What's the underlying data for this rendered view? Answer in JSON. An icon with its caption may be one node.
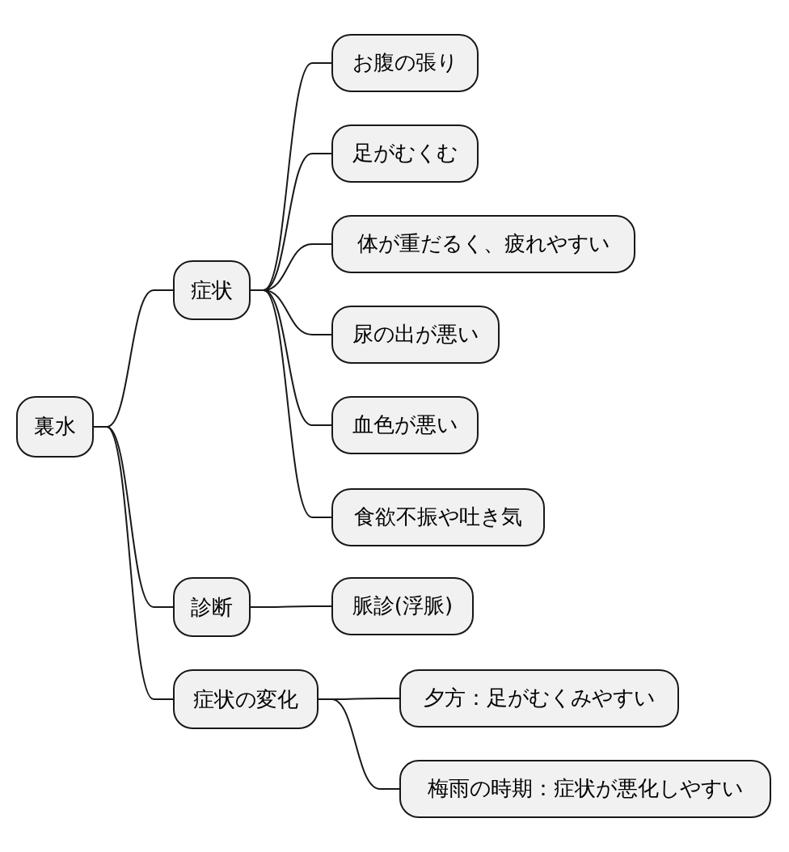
{
  "diagram": {
    "nodes": [
      {
        "text": [
          "裏水"
        ]
      },
      {
        "text": [
          "症状"
        ]
      },
      {
        "text": [
          "お腹の張り"
        ]
      },
      {
        "text": [
          "足がむくむ"
        ]
      },
      {
        "text": [
          "体が重だるく、疲れやすい"
        ]
      },
      {
        "text": [
          "尿の出が悪い"
        ]
      },
      {
        "text": [
          "血色が悪い"
        ]
      },
      {
        "text": [
          "食欲不振や吐き気"
        ]
      },
      {
        "text": [
          "診断"
        ]
      },
      {
        "text": [
          "脈診(浮脈)"
        ]
      },
      {
        "text": [
          "症状の変化"
        ]
      },
      {
        "text": [
          "夕方：足がむくみやすい"
        ]
      },
      {
        "text": [
          "梅雨の時期：症状が悪化しやすい"
        ]
      }
    ],
    "edges": [
      {
        "from": 0,
        "to": 1,
        "arrow": "none"
      },
      {
        "from": 1,
        "to": 2,
        "arrow": "none"
      },
      {
        "from": 1,
        "to": 3,
        "arrow": "none"
      },
      {
        "from": 1,
        "to": 4,
        "arrow": "none"
      },
      {
        "from": 1,
        "to": 5,
        "arrow": "none"
      },
      {
        "from": 1,
        "to": 6,
        "arrow": "none"
      },
      {
        "from": 1,
        "to": 7,
        "arrow": "none"
      },
      {
        "from": 0,
        "to": 8,
        "arrow": "none"
      },
      {
        "from": 8,
        "to": 9,
        "arrow": "none"
      },
      {
        "from": 0,
        "to": 10,
        "arrow": "none"
      },
      {
        "from": 10,
        "to": 11,
        "arrow": "none"
      },
      {
        "from": 10,
        "to": 12,
        "arrow": "none"
      }
    ]
  }
}
